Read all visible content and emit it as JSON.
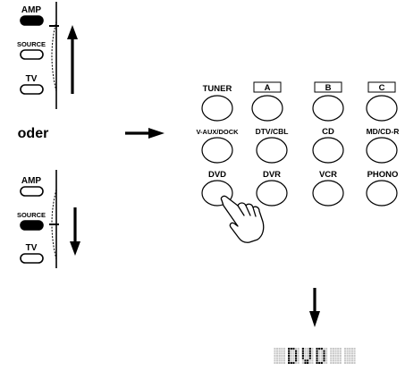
{
  "selector_top": {
    "labels": [
      "AMP",
      "SOURCE",
      "TV"
    ],
    "active": "AMP"
  },
  "selector_bottom": {
    "labels": [
      "AMP",
      "SOURCE",
      "TV"
    ],
    "active": "SOURCE"
  },
  "or_text": "oder",
  "input_buttons": {
    "row1": [
      {
        "label": "TUNER",
        "boxed": false
      },
      {
        "label": "A",
        "boxed": true
      },
      {
        "label": "B",
        "boxed": true
      },
      {
        "label": "C",
        "boxed": true
      }
    ],
    "row2": [
      {
        "label": "V-AUX/DOCK",
        "boxed": false
      },
      {
        "label": "DTV/CBL",
        "boxed": false
      },
      {
        "label": "CD",
        "boxed": false
      },
      {
        "label": "MD/CD-R",
        "boxed": false
      }
    ],
    "row3": [
      {
        "label": "DVD",
        "boxed": false
      },
      {
        "label": "DVR",
        "boxed": false
      },
      {
        "label": "VCR",
        "boxed": false
      },
      {
        "label": "PHONO",
        "boxed": false
      }
    ],
    "pressed": "DVD"
  },
  "display_text": "DVD",
  "colors": {
    "ink": "#000000",
    "dot_dim": "#c8c8c8"
  }
}
